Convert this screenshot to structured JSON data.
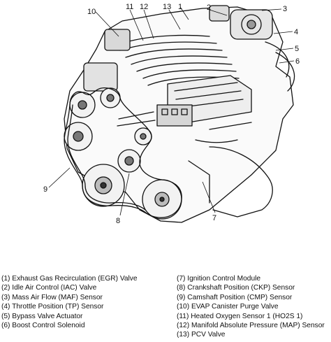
{
  "callouts": [
    "1",
    "2",
    "3",
    "4",
    "5",
    "6",
    "7",
    "8",
    "9",
    "10",
    "11",
    "12",
    "13"
  ],
  "legend": {
    "left": [
      "(1)  Exhaust Gas Recirculation (EGR) Valve",
      "(2)  Idle Air Control (IAC) Valve",
      "(3)  Mass Air Flow (MAF) Sensor",
      "(4)  Throttle Position (TP) Sensor",
      "(5)  Bypass Valve Actuator",
      "(6)  Boost Control Solenoid"
    ],
    "right": [
      "(7)  Ignition Control Module",
      "(8)  Crankshaft Position (CKP) Sensor",
      "(9)  Camshaft Position (CMP) Sensor",
      "(10)  EVAP Canister Purge Valve",
      "(11)  Heated Oxygen Sensor 1 (HO2S 1)",
      "(12)  Manifold Absolute Pressure (MAP) Sensor",
      "(13)  PCV Valve"
    ]
  }
}
